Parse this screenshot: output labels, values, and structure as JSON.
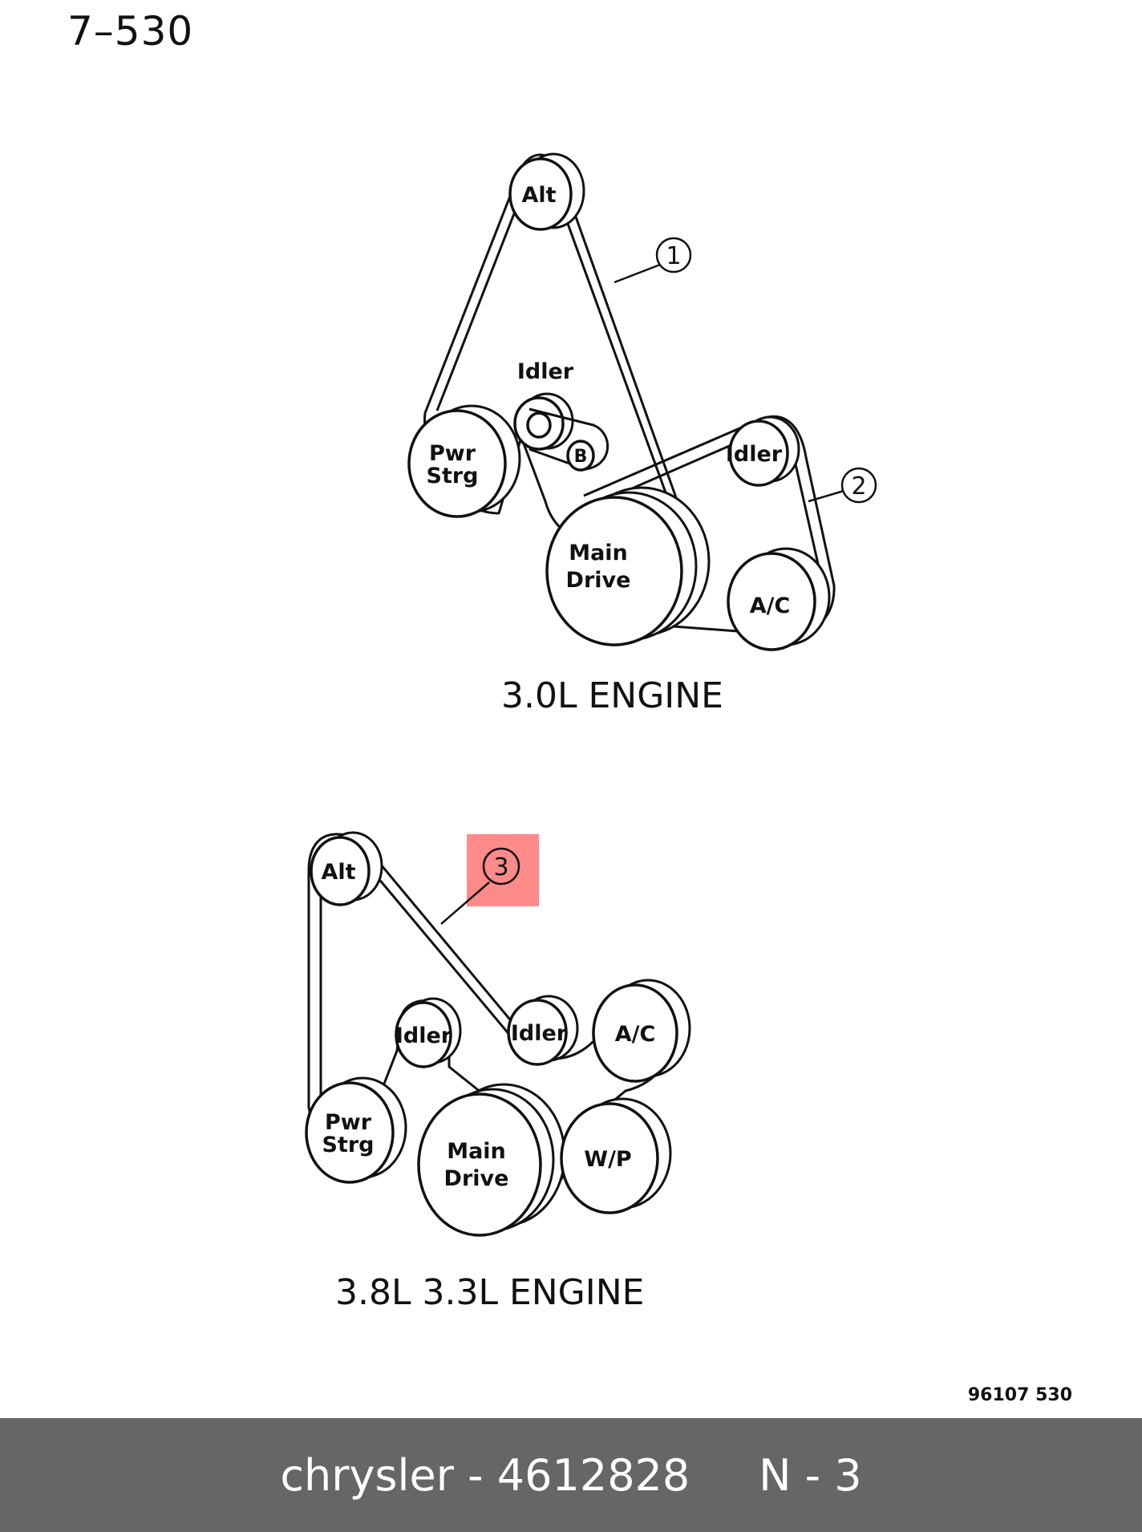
{
  "page_number": "7–530",
  "diagrams": {
    "top": {
      "caption": "3.0L  ENGINE",
      "pulleys": {
        "alt": "Alt",
        "idler_upper": "Idler",
        "pwr_strg_line1": "Pwr",
        "pwr_strg_line2": "Strg",
        "main_drive_line1": "Main",
        "main_drive_line2": "Drive",
        "idler_right": "Idler",
        "ac": "A/C"
      },
      "callouts": [
        "1",
        "2"
      ]
    },
    "bottom": {
      "caption": "3.8L  3.3L  ENGINE",
      "pulleys": {
        "alt": "Alt",
        "idler_left": "Idler",
        "idler_middle": "Idler",
        "ac": "A/C",
        "pwr_strg_line1": "Pwr",
        "pwr_strg_line2": "Strg",
        "main_drive_line1": "Main",
        "main_drive_line2": "Drive",
        "wp": "W/P"
      },
      "callouts": [
        "3"
      ],
      "highlight_color": "#ff8a8a"
    }
  },
  "reference_code": "96107  530",
  "footer": {
    "text": "chrysler - 4612828     N - 3",
    "background": "#666666"
  }
}
